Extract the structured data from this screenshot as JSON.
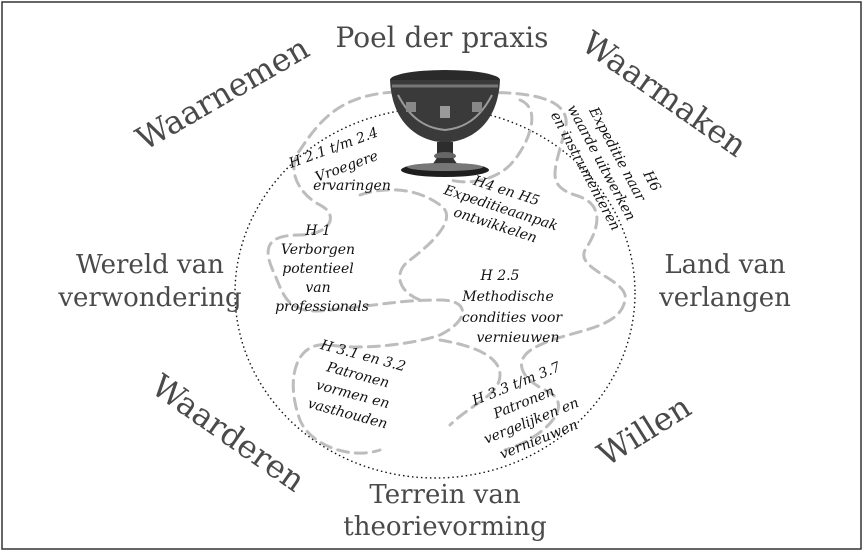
{
  "frame_color": "#333333",
  "corners": {
    "top": "Poel der praxis",
    "left_line1": "Wereld van",
    "left_line2": "verwondering",
    "right_line1": "Land van",
    "right_line2": "verlangen",
    "bottom_line1": "Terrein van",
    "bottom_line2": "theorievorming"
  },
  "diagonals": {
    "top_left": "Waarnemen",
    "top_right": "Waarmaken",
    "bottom_left": "Waarderen",
    "bottom_right": "Willen"
  },
  "chalice_icon": "chalice-icon",
  "sections": {
    "h21": {
      "line1": "H 2.1 t/m 2.4",
      "line2": "Vroegere",
      "line3": "ervaringen"
    },
    "h1": {
      "line1": "H 1",
      "line2": "Verborgen",
      "line3": "potentieel",
      "line4": "van",
      "line5": "professionals"
    },
    "h4": {
      "line1": "H4 en H5",
      "line2": "Expeditieaanpak",
      "line3": "ontwikkelen"
    },
    "h6": {
      "line1": "H6",
      "line2": "Expeditie naar",
      "line3": "waarde uitwerken",
      "line4": "en instrumenteren"
    },
    "h25": {
      "line1": "H 2.5",
      "line2": "Methodische",
      "line3": "condities voor",
      "line4": "vernieuwen"
    },
    "h31": {
      "line1": "H 3.1 en 3.2",
      "line2": "Patronen",
      "line3": "vormen en",
      "line4": "vasthouden"
    },
    "h33": {
      "line1": "H 3.3 t/m 3.7",
      "line2": "Patronen",
      "line3": "vergelijken en",
      "line4": "vernieuwen"
    }
  }
}
